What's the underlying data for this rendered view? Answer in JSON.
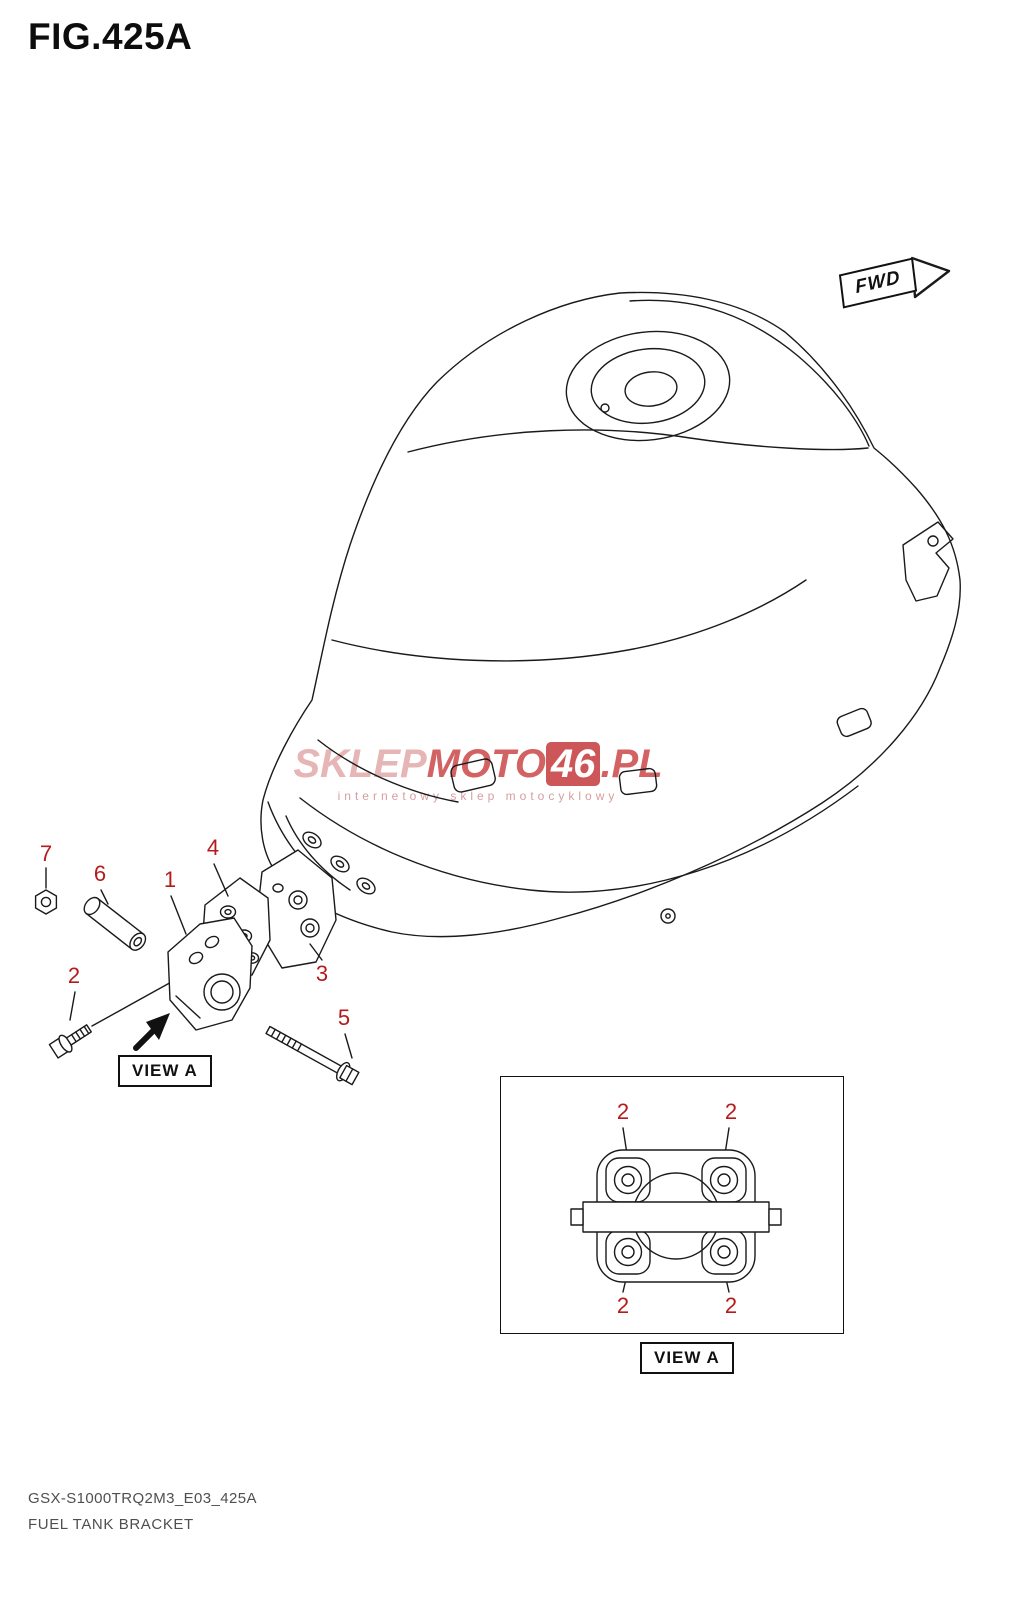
{
  "title": "FIG.425A",
  "fwd_label": "FWD",
  "watermark": {
    "part1": "SKLEP",
    "part2": "MOTO",
    "part3": "46",
    "part4": ".PL",
    "subtitle": "internetowy sklep motocyklowy"
  },
  "view_label": "VIEW A",
  "detail_view_label": "VIEW A",
  "callouts": {
    "c1": "1",
    "c2": "2",
    "c3": "3",
    "c4": "4",
    "c5": "5",
    "c6": "6",
    "c7": "7",
    "detail": [
      "2",
      "2",
      "2",
      "2"
    ]
  },
  "footer": {
    "code": "GSX-S1000TRQ2M3_E03_425A",
    "name": "FUEL TANK BRACKET"
  },
  "colors": {
    "line": "#1a1a1a",
    "callout": "#b51b1b",
    "watermark_pink": "#e2a9a9",
    "watermark_red": "#c4393c"
  }
}
